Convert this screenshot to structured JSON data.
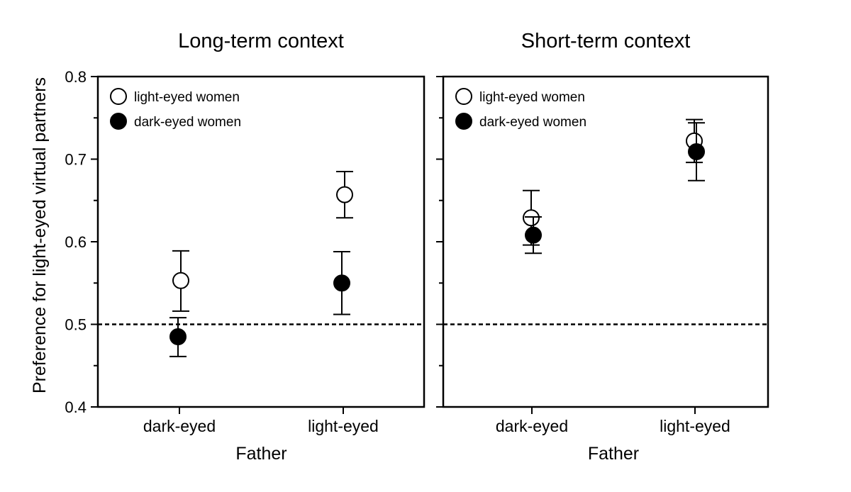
{
  "chart_data": {
    "type": "scatter",
    "ylabel": "Preference for light-eyed virtual partners",
    "ylim": [
      0.4,
      0.8
    ],
    "yticks": [
      "0.4",
      "0.5",
      "0.6",
      "0.7",
      "0.8"
    ],
    "reference_line": 0.5,
    "panels": [
      {
        "title": "Long-term context",
        "xlabel": "Father",
        "categories": [
          "dark-eyed",
          "light-eyed"
        ],
        "legend_position": "top-left",
        "series": [
          {
            "name": "light-eyed women",
            "fill": "#ffffff",
            "values": [
              0.553,
              0.657
            ],
            "err_low": [
              0.516,
              0.629
            ],
            "err_high": [
              0.589,
              0.685
            ]
          },
          {
            "name": "dark-eyed women",
            "fill": "#000000",
            "values": [
              0.485,
              0.55
            ],
            "err_low": [
              0.461,
              0.512
            ],
            "err_high": [
              0.508,
              0.588
            ]
          }
        ]
      },
      {
        "title": "Short-term context",
        "xlabel": "Father",
        "categories": [
          "dark-eyed",
          "light-eyed"
        ],
        "legend_position": "top-left",
        "series": [
          {
            "name": "light-eyed women",
            "fill": "#ffffff",
            "values": [
              0.629,
              0.722
            ],
            "err_low": [
              0.596,
              0.696
            ],
            "err_high": [
              0.662,
              0.748
            ]
          },
          {
            "name": "dark-eyed women",
            "fill": "#000000",
            "values": [
              0.608,
              0.709
            ],
            "err_low": [
              0.586,
              0.674
            ],
            "err_high": [
              0.63,
              0.744
            ]
          }
        ]
      }
    ]
  }
}
